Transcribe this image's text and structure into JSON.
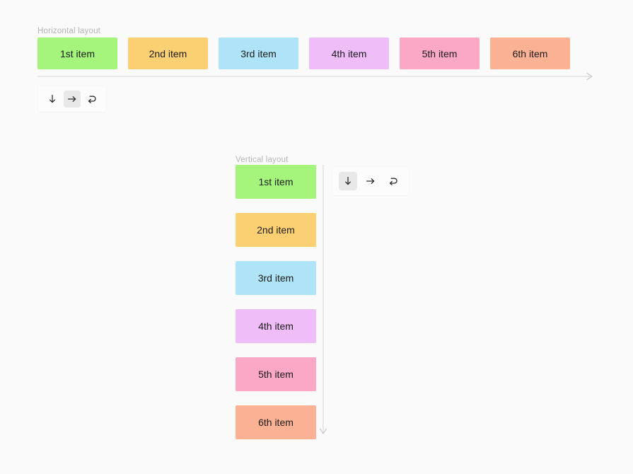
{
  "canvas": {
    "background_color": "#fafafa"
  },
  "horizontal_section": {
    "label": "Horizontal layout",
    "axis_direction": "right",
    "items": [
      {
        "label": "1st item",
        "color": "#a5f57c"
      },
      {
        "label": "2nd item",
        "color": "#fbd072"
      },
      {
        "label": "3rd item",
        "color": "#afe3f8"
      },
      {
        "label": "4th item",
        "color": "#efbdf8"
      },
      {
        "label": "5th item",
        "color": "#fba8c6"
      },
      {
        "label": "6th item",
        "color": "#fbb294"
      }
    ],
    "toolbar": {
      "selected": "row",
      "buttons": [
        {
          "id": "column",
          "icon": "arrow-down-icon",
          "title": "Column",
          "selected": false
        },
        {
          "id": "row",
          "icon": "arrow-right-icon",
          "title": "Row",
          "selected": true
        },
        {
          "id": "wrap",
          "icon": "wrap-arrow-icon",
          "title": "Wrap",
          "selected": false
        }
      ]
    }
  },
  "vertical_section": {
    "label": "Vertical layout",
    "axis_direction": "down",
    "items": [
      {
        "label": "1st item",
        "color": "#a5f57c"
      },
      {
        "label": "2nd item",
        "color": "#fbd072"
      },
      {
        "label": "3rd item",
        "color": "#afe3f8"
      },
      {
        "label": "4th item",
        "color": "#efbdf8"
      },
      {
        "label": "5th item",
        "color": "#fba8c6"
      },
      {
        "label": "6th item",
        "color": "#fbb294"
      }
    ],
    "toolbar": {
      "selected": "column",
      "buttons": [
        {
          "id": "column",
          "icon": "arrow-down-icon",
          "title": "Column",
          "selected": true
        },
        {
          "id": "row",
          "icon": "arrow-right-icon",
          "title": "Row",
          "selected": false
        },
        {
          "id": "wrap",
          "icon": "wrap-arrow-icon",
          "title": "Wrap",
          "selected": false
        }
      ]
    }
  }
}
